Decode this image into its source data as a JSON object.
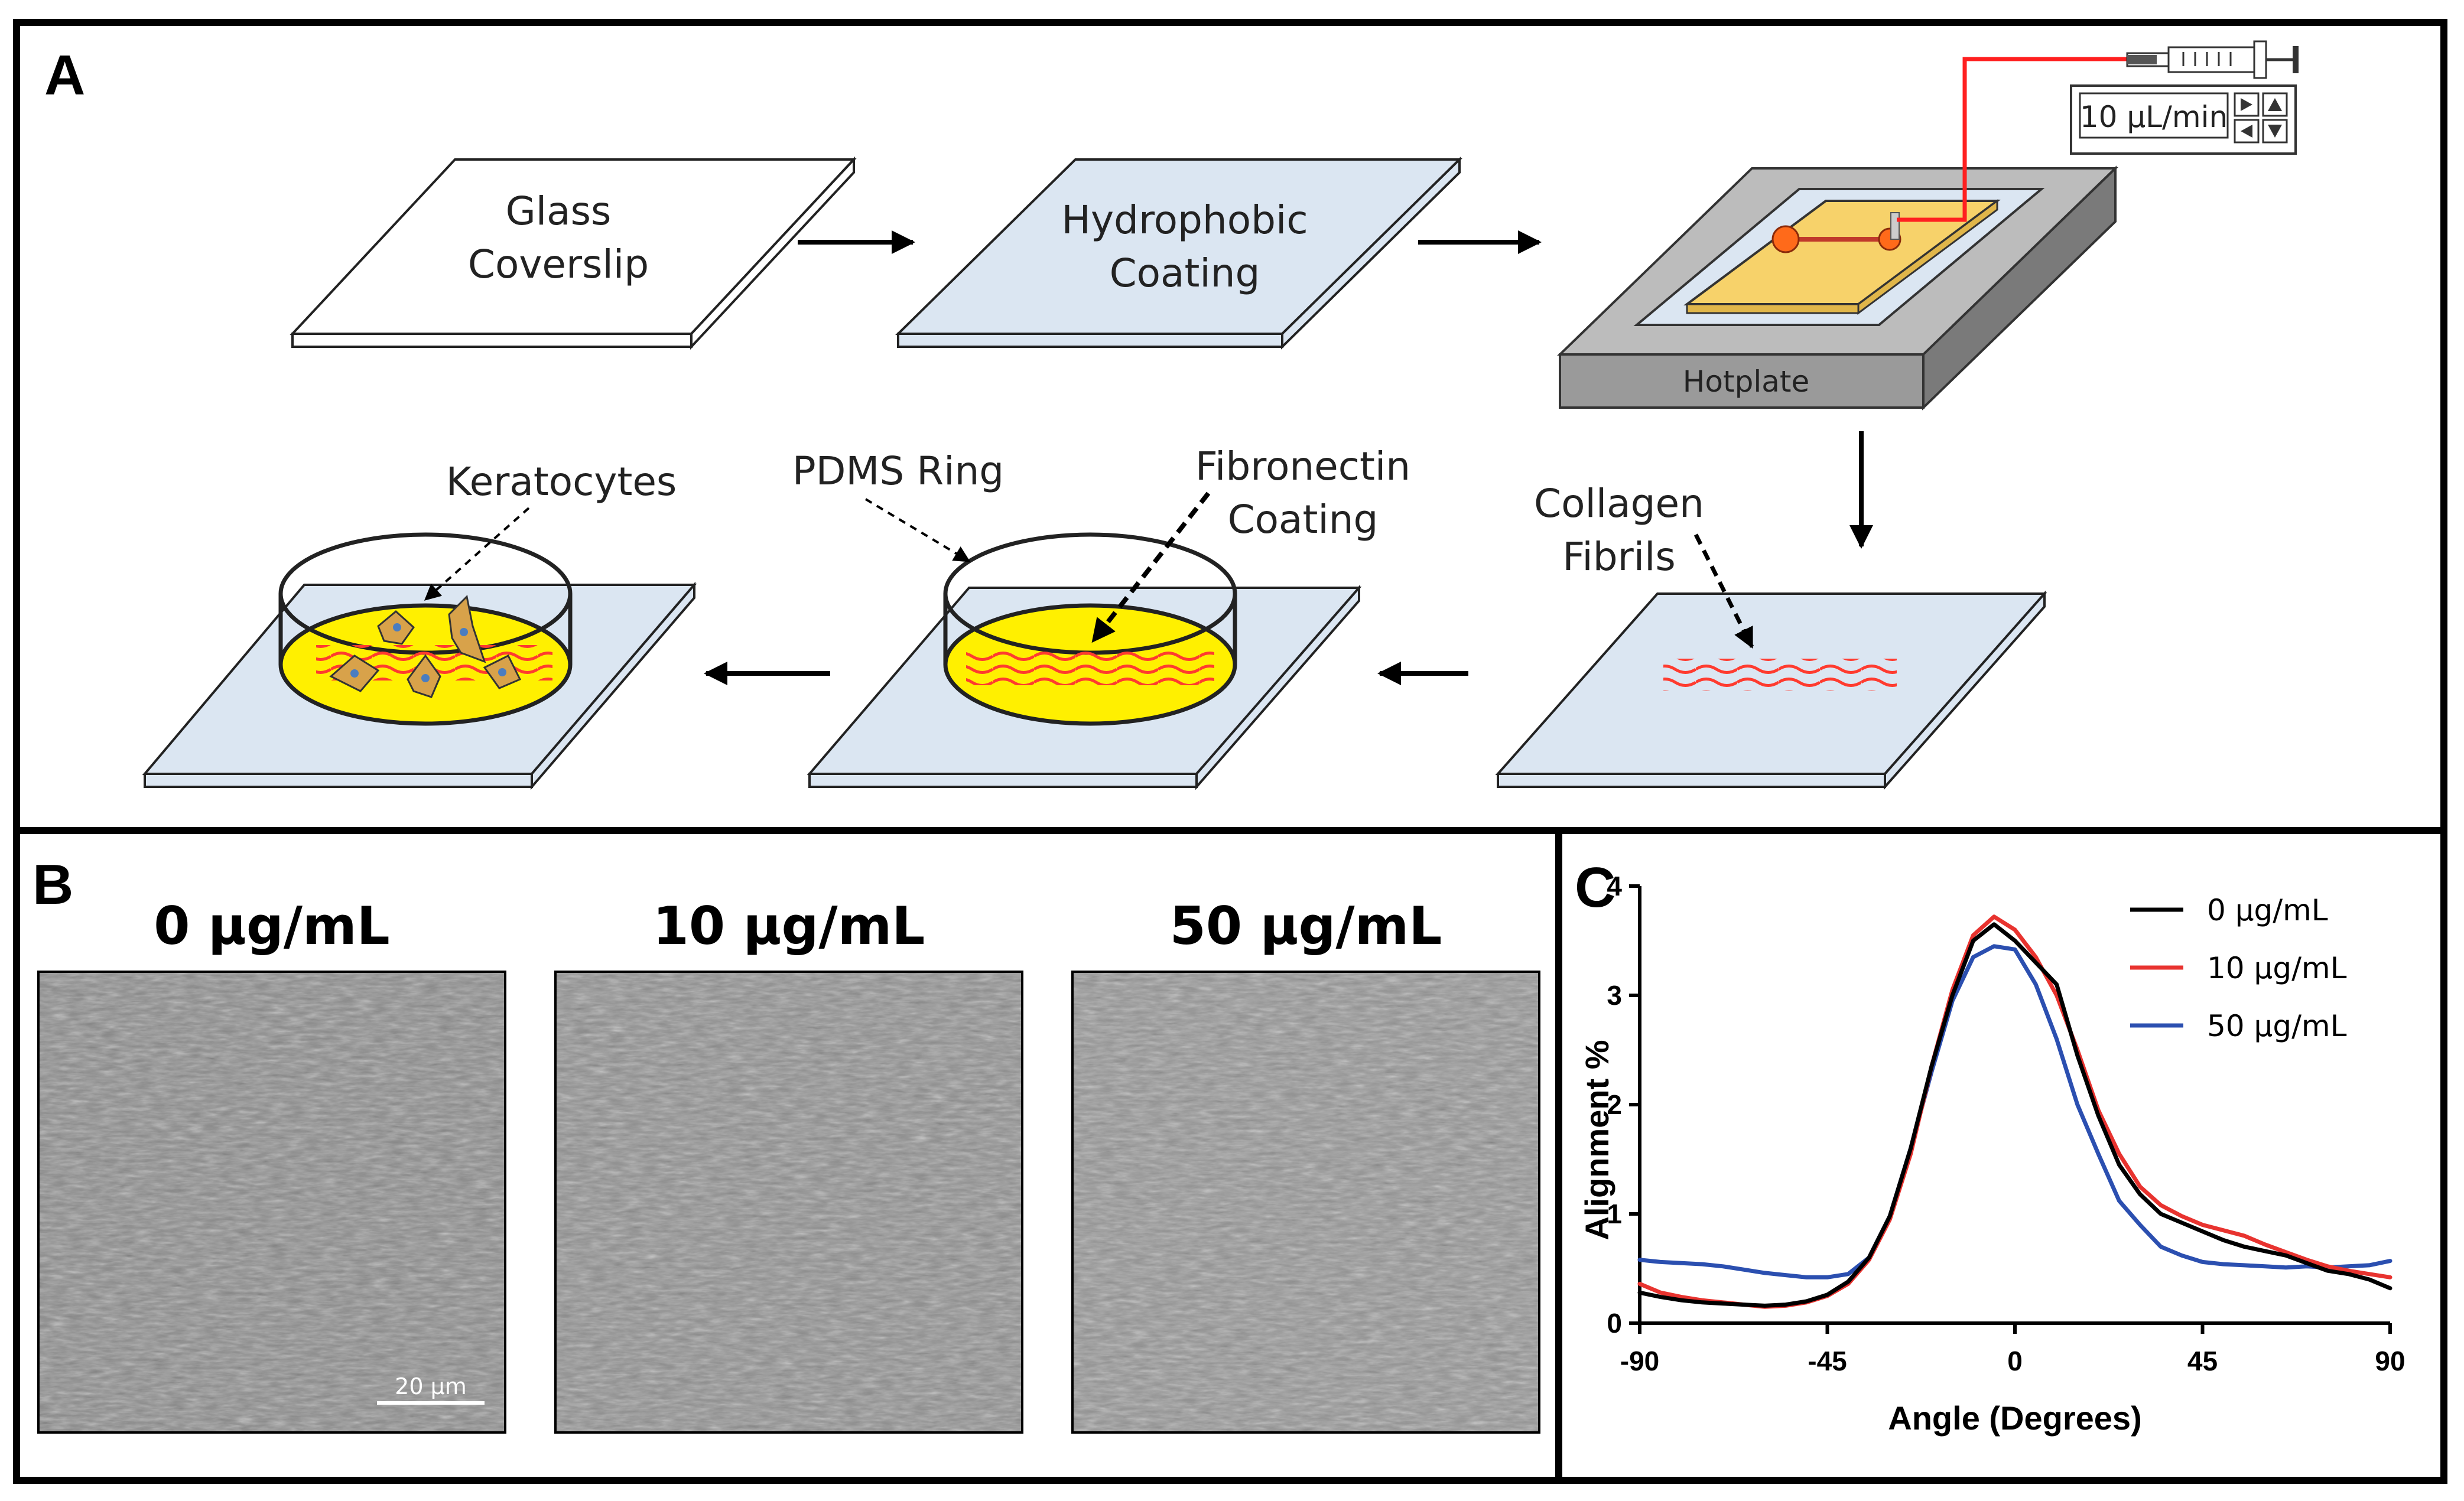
{
  "panel_a": {
    "letter": "A",
    "glass_line1": "Glass",
    "glass_line2": "Coverslip",
    "hydro_line1": "Hydrophobic",
    "hydro_line2": "Coating",
    "hotplate": "Hotplate",
    "pump_rate": "10 µL/min",
    "collagen_line1": "Collagen",
    "collagen_line2": "Fibrils",
    "fibro_line1": "Fibronectin",
    "fibro_line2": "Coating",
    "pdms": "PDMS Ring",
    "keratocytes": "Keratocytes"
  },
  "panel_b": {
    "letter": "B",
    "titles": [
      "0 µg/mL",
      "10 µg/mL",
      "50 µg/mL"
    ],
    "scale_bar": "20 µm"
  },
  "panel_c": {
    "letter": "C"
  },
  "chart_data": {
    "type": "line",
    "xlabel": "Angle (Degrees)",
    "ylabel": "Alignment %",
    "xlim": [
      -90,
      90
    ],
    "ylim": [
      0,
      4
    ],
    "xticks": [
      -90,
      -45,
      0,
      45,
      90
    ],
    "yticks": [
      0,
      1,
      2,
      3,
      4
    ],
    "legend_position": "top-right",
    "x": [
      -90,
      -85,
      -80,
      -75,
      -70,
      -65,
      -60,
      -55,
      -50,
      -45,
      -40,
      -35,
      -30,
      -25,
      -20,
      -15,
      -10,
      -5,
      0,
      5,
      10,
      15,
      20,
      25,
      30,
      35,
      40,
      45,
      50,
      55,
      60,
      65,
      70,
      75,
      80,
      85,
      90
    ],
    "series": [
      {
        "name": "0 µg/mL",
        "color": "#000000",
        "values": [
          0.28,
          0.24,
          0.21,
          0.19,
          0.18,
          0.17,
          0.16,
          0.17,
          0.2,
          0.26,
          0.38,
          0.6,
          0.98,
          1.6,
          2.35,
          3.0,
          3.5,
          3.65,
          3.5,
          3.3,
          3.1,
          2.45,
          1.9,
          1.45,
          1.18,
          1.0,
          0.92,
          0.84,
          0.76,
          0.7,
          0.66,
          0.62,
          0.55,
          0.48,
          0.45,
          0.4,
          0.32
        ]
      },
      {
        "name": "10 µg/mL",
        "color": "#e8332f",
        "values": [
          0.36,
          0.28,
          0.24,
          0.21,
          0.19,
          0.17,
          0.15,
          0.16,
          0.19,
          0.25,
          0.36,
          0.58,
          0.95,
          1.55,
          2.35,
          3.05,
          3.55,
          3.72,
          3.6,
          3.35,
          3.0,
          2.5,
          1.95,
          1.55,
          1.25,
          1.08,
          0.98,
          0.9,
          0.85,
          0.8,
          0.72,
          0.65,
          0.58,
          0.52,
          0.48,
          0.45,
          0.42
        ]
      },
      {
        "name": "50 µg/mL",
        "color": "#2b4fb0",
        "values": [
          0.58,
          0.56,
          0.55,
          0.54,
          0.52,
          0.49,
          0.46,
          0.44,
          0.42,
          0.42,
          0.45,
          0.6,
          0.98,
          1.6,
          2.3,
          2.95,
          3.35,
          3.45,
          3.42,
          3.1,
          2.6,
          2.0,
          1.55,
          1.12,
          0.9,
          0.7,
          0.62,
          0.56,
          0.54,
          0.53,
          0.52,
          0.51,
          0.52,
          0.51,
          0.52,
          0.53,
          0.57
        ]
      }
    ]
  },
  "colors": {
    "coating_blue": "#dbe6f2",
    "chip_yellow": "#f7d26a",
    "fluid_yellow": "#fff000",
    "fibril_red": "#ff3b2f",
    "tubing_red": "#ff2020",
    "hotplate_gray": "#bcbcbc"
  }
}
